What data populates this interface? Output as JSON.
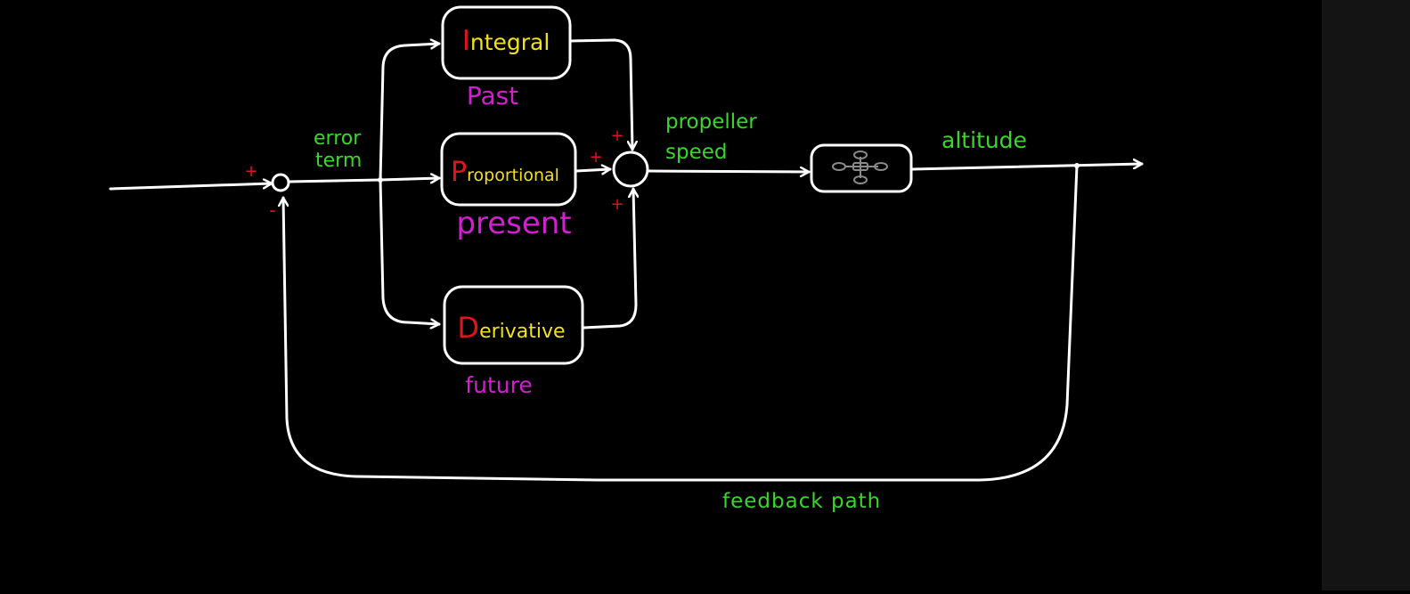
{
  "colors": {
    "background": "#000000",
    "side_strip": "#141414",
    "wire": "#ffffff",
    "label_green": "#39d62b",
    "label_magenta": "#d21fd0",
    "term_yellow": "#f2e01f",
    "initial_red": "#e0141a",
    "sign_red": "#e0141a",
    "drone_gray": "#8a8a8a"
  },
  "labels": {
    "error_term_line1": "error",
    "error_term_line2": "term",
    "propeller_speed_line1": "propeller",
    "propeller_speed_line2": "speed",
    "altitude": "altitude",
    "feedback_path": "feedback path"
  },
  "blocks": {
    "integral": {
      "initial": "I",
      "rest": "ntegral",
      "time": "Past"
    },
    "proportional": {
      "initial": "P",
      "rest": "roportional",
      "time": "present"
    },
    "derivative": {
      "initial": "D",
      "rest": "erivative",
      "time": "future"
    }
  },
  "signs": {
    "input_plus": "+",
    "feedback_minus": "-",
    "integral_plus": "+",
    "proportional_plus": "+",
    "derivative_plus": "+"
  },
  "icons": {
    "plant": "drone-icon"
  }
}
